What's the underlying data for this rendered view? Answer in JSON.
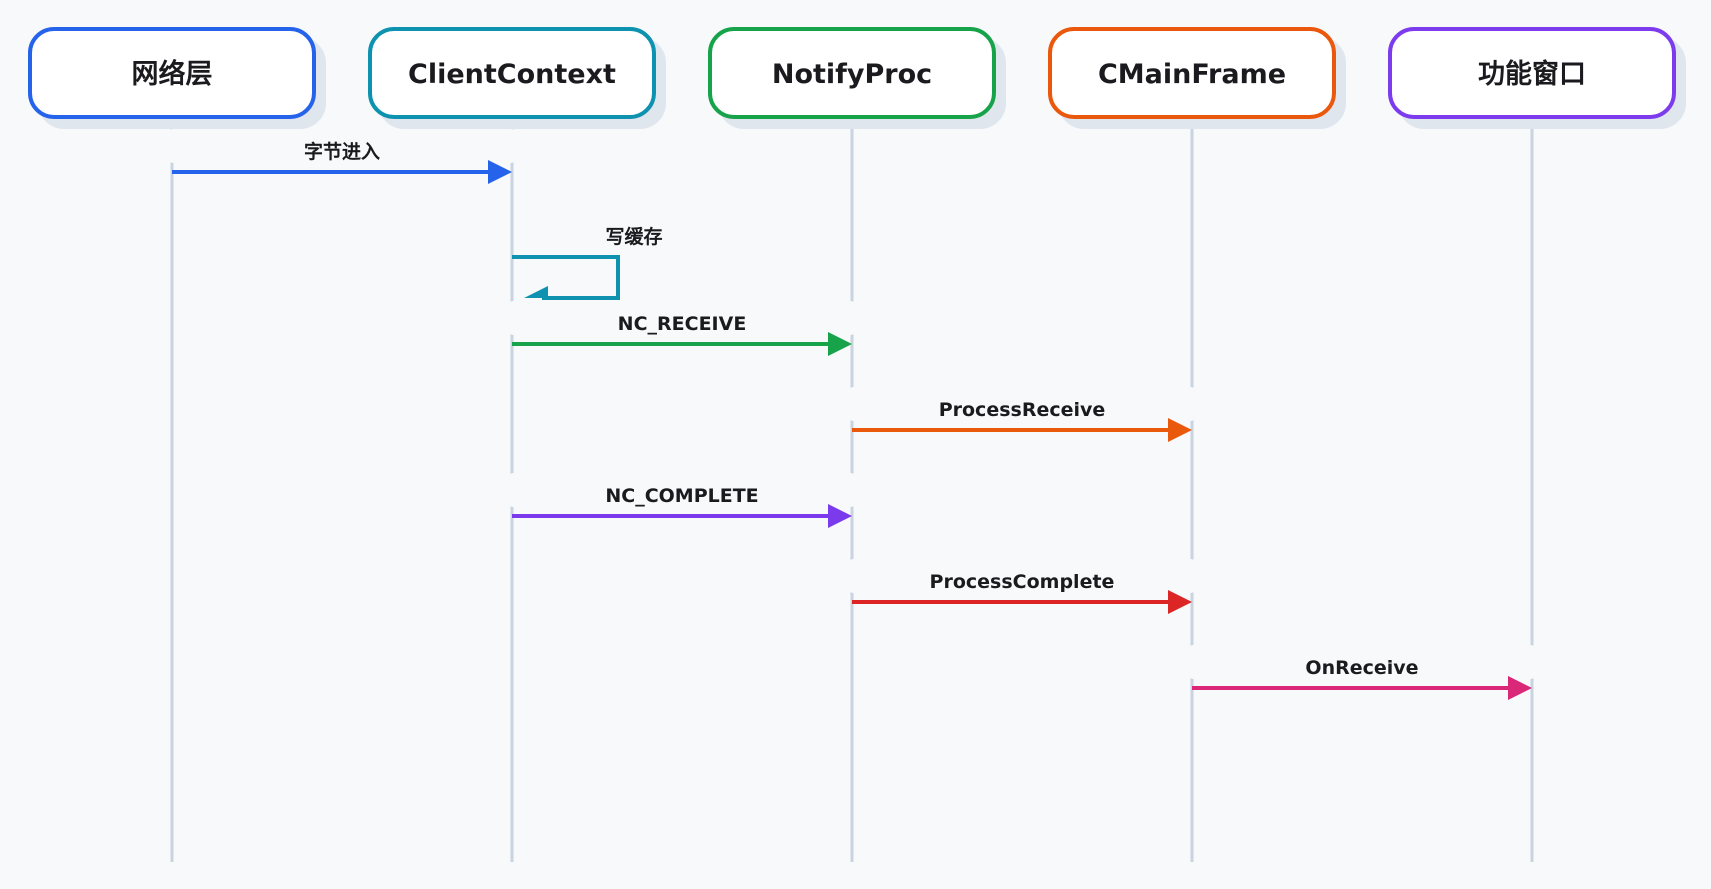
{
  "participants": [
    {
      "id": "net",
      "label": "网络层",
      "color": "#2563eb"
    },
    {
      "id": "ctx",
      "label": "ClientContext",
      "color": "#0e92b0"
    },
    {
      "id": "notify",
      "label": "NotifyProc",
      "color": "#16a34a"
    },
    {
      "id": "frame",
      "label": "CMainFrame",
      "color": "#ea580c"
    },
    {
      "id": "window",
      "label": "功能窗口",
      "color": "#7c3aed"
    }
  ],
  "messages": [
    {
      "from": "net",
      "to": "ctx",
      "label": "字节进入",
      "color": "#2563eb"
    },
    {
      "from": "ctx",
      "to": "ctx",
      "label": "写缓存",
      "color": "#0e92b0",
      "self": true
    },
    {
      "from": "ctx",
      "to": "notify",
      "label": "NC_RECEIVE",
      "color": "#16a34a"
    },
    {
      "from": "notify",
      "to": "frame",
      "label": "ProcessReceive",
      "color": "#ea580c"
    },
    {
      "from": "ctx",
      "to": "notify",
      "label": "NC_COMPLETE",
      "color": "#7c3aed"
    },
    {
      "from": "notify",
      "to": "frame",
      "label": "ProcessComplete",
      "color": "#dc2626"
    },
    {
      "from": "frame",
      "to": "window",
      "label": "OnReceive",
      "color": "#db2777"
    }
  ],
  "style": {
    "lifeline_color": "#c9d4e0",
    "background": "#f7f9fb",
    "box_fill": "#ffffff"
  }
}
